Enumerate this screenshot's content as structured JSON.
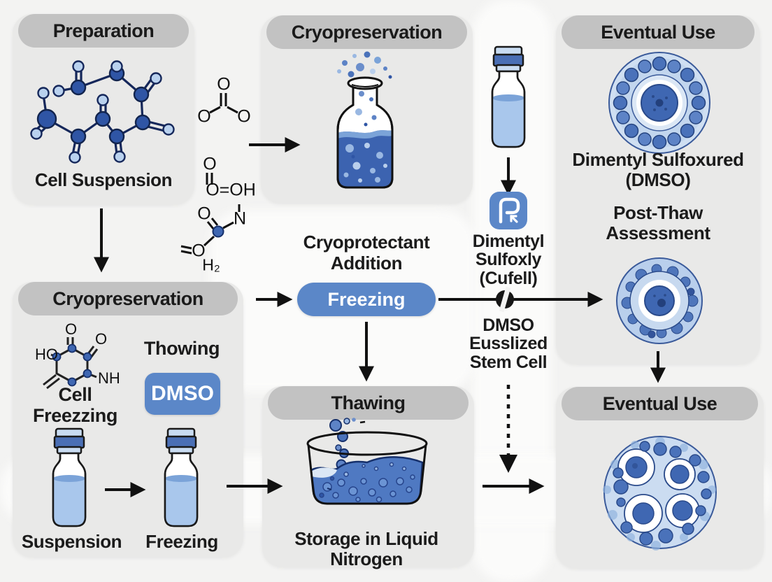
{
  "panels": {
    "preparation": {
      "title": "Preparation",
      "caption": "Cell Suspension"
    },
    "cryo_top": {
      "title": "Cryopreservation"
    },
    "eventual_top": {
      "title": "Eventual Use",
      "dmso_caption": "Dimentyl Sulfoxured\n(DMSO)",
      "post_thaw": "Post-Thaw\nAssessment"
    },
    "cryo_left": {
      "title": "Cryopreservation",
      "thowing_label": "Thowing",
      "dmso_button": "DMSO",
      "cell_freezing": "Cell\nFreezzing",
      "suspension_label": "Suspension",
      "freezing_label": "Freezing"
    },
    "thawing": {
      "title": "Thawing",
      "caption": "Storage in Liquid\nNitrogen"
    },
    "eventual_bottom": {
      "title": "Eventual Use"
    }
  },
  "flow": {
    "cryoprotectant_label": "Cryoprotectant\nAddition",
    "freezing_button": "Freezing",
    "dimentyl_sulfoxly": "Dimentyl\nSulfoxly\n(Cufell)",
    "dmso_stem_cell": "DMSO\nEusslized\nStem Cell"
  },
  "chem": {
    "o": "O",
    "o_oh": "O=OH",
    "ho": "HO",
    "nh": "NH",
    "n": "N",
    "h2": "H₂"
  },
  "colors": {
    "accent_blue": "#5b87c8",
    "header_gray": "#c2c2c2",
    "panel_gray": "#e9e9e8",
    "dark_atom": "#2f55a5",
    "light_atom": "#b9d1ee",
    "flask_liquid": "#3c63b0",
    "vial_liquid": "#a9c7ec"
  }
}
